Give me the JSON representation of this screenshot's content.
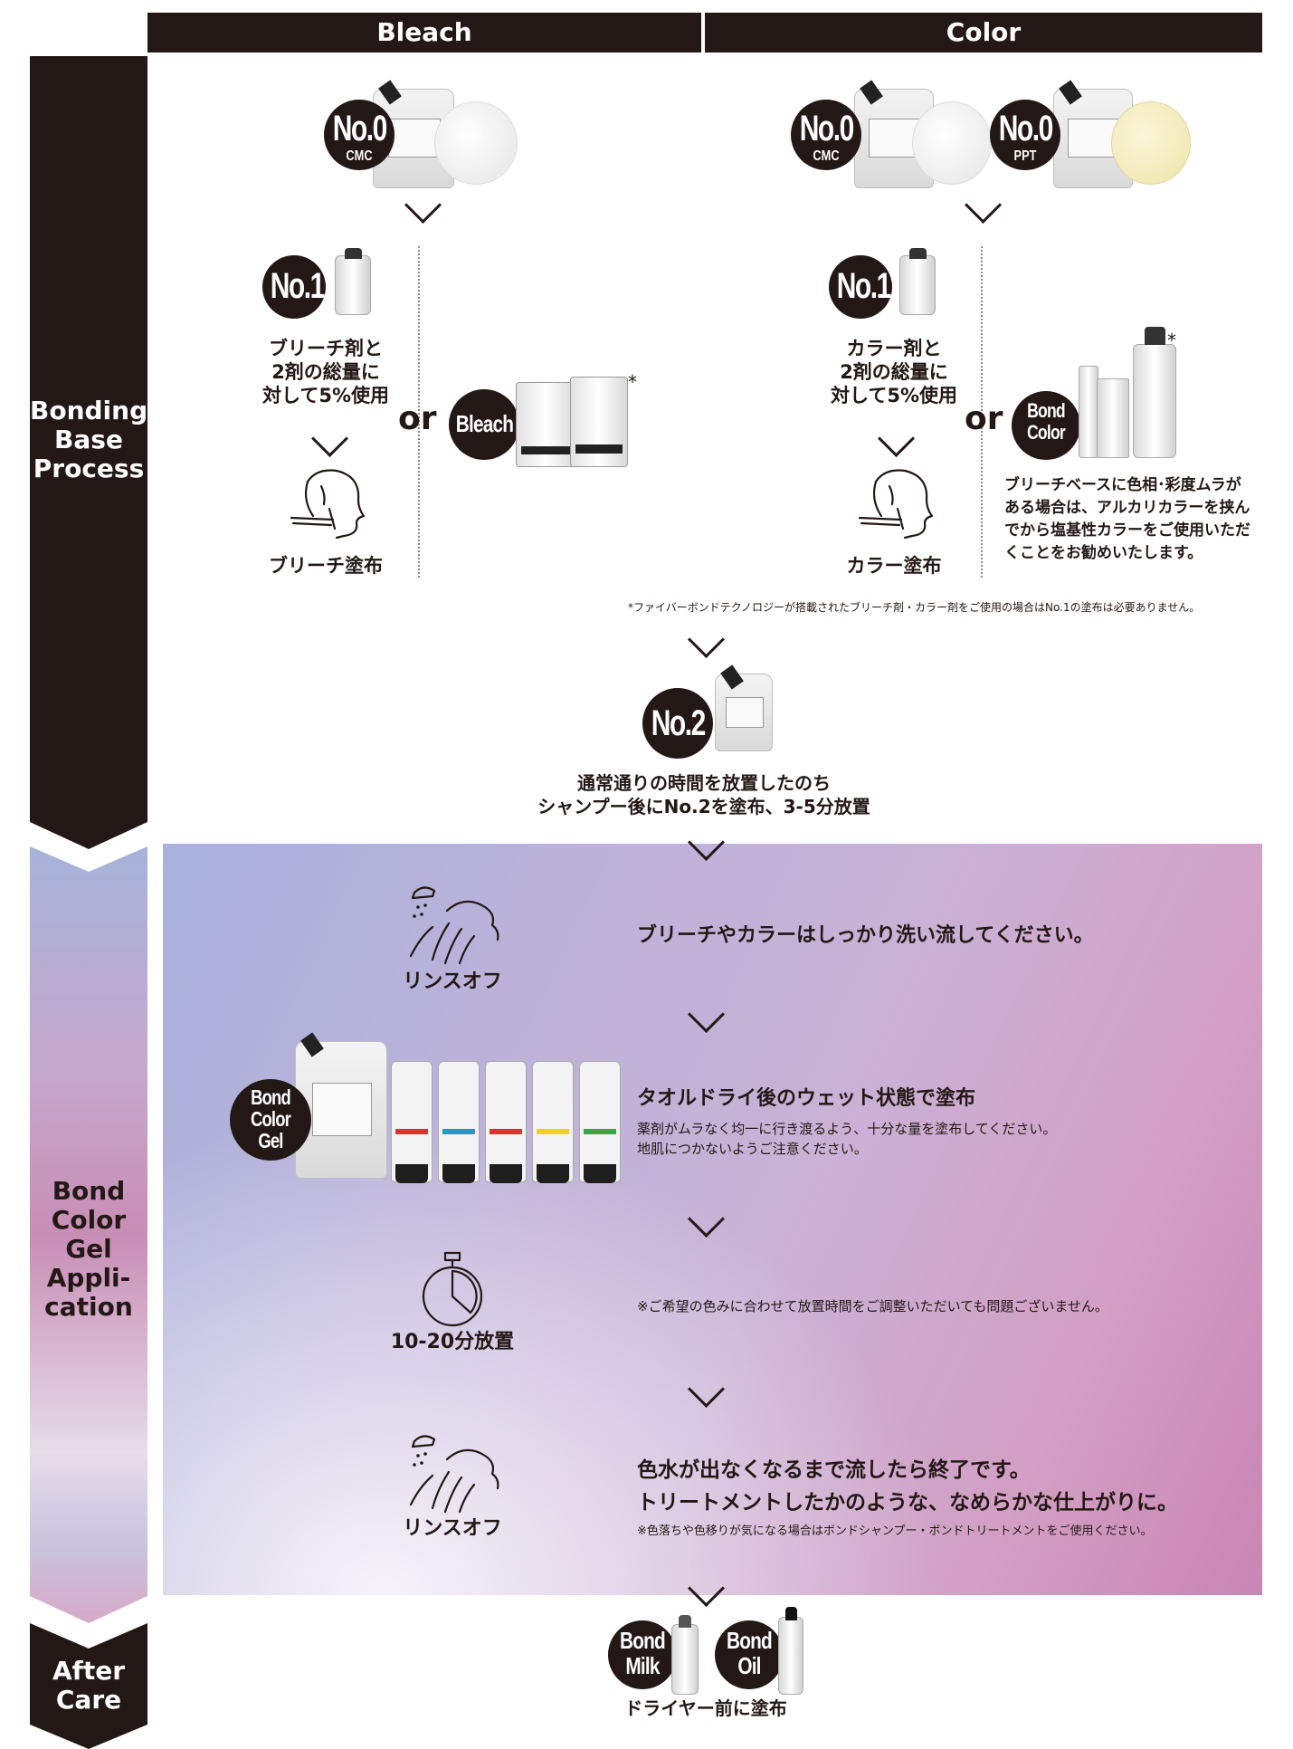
{
  "headers": {
    "bleach": "Bleach",
    "color": "Color"
  },
  "sections": {
    "bonding_base": "Bonding\nBase\nProcess",
    "bond_color_gel": "Bond\nColor Gel\nAppli-\ncation",
    "after_care": "After\nCare"
  },
  "badges": {
    "no0": "No.0",
    "cmc": "CMC",
    "ppt": "PPT",
    "no1": "No.1",
    "no2": "No.2",
    "bleach": "Bleach",
    "bond": "Bond",
    "color": "Color",
    "gel": "Gel",
    "milk": "Milk",
    "oil": "Oil"
  },
  "bleach_col": {
    "no1_text": "ブリーチ剤と\n2剤の総量に\n対して5%使用",
    "apply_text": "ブリーチ塗布",
    "or": "or",
    "asterisk": "*"
  },
  "color_col": {
    "no1_text": "カラー剤と\n2剤の総量に\n対して5%使用",
    "apply_text": "カラー塗布",
    "or": "or",
    "asterisk": "*",
    "bond_color_note": "ブリーチベースに色相･彩度ムラが\nある場合は、アルカリカラーを挟ん\nでから塩基性カラーをご使用いただ\nくことをお勧めいたします。"
  },
  "footnote": "*ファイバーボンドテクノロジーが搭載されたブリーチ剤・カラー剤をご使用の場合はNo.1の塗布は必要ありません。",
  "no2_text": "通常通りの時間を放置したのち\nシャンプー後にNo.2を塗布、3-5分放置",
  "gel_steps": {
    "rinse1_label": "リンスオフ",
    "rinse1_text": "ブリーチやカラーはしっかり洗い流してください。",
    "apply_head": "タオルドライ後のウェット状態で塗布",
    "apply_body": "薬剤がムラなく均一に行き渡るよう、十分な量を塗布してください。\n地肌につかないようご注意ください。",
    "wait_label": "10-20分放置",
    "wait_note": "※ご希望の色みに合わせて放置時間をご調整いただいても問題ございません。",
    "rinse2_label": "リンスオフ",
    "rinse2_head": "色水が出なくなるまで流したら終了です。\nトリートメントしたかのような、なめらかな仕上がりに。",
    "rinse2_note": "※色落ちや色移りが気になる場合はボンドシャンプー・ボンドトリートメントをご使用ください。"
  },
  "after_care_text": "ドライヤー前に塗布",
  "tube_colors": [
    "#e0332f",
    "#1f9bbf",
    "#e0332f",
    "#f0d21c",
    "#3aa648"
  ],
  "colors": {
    "ink": "#231815",
    "gradient_start": "#a8b1dc",
    "gradient_end": "#c985b3"
  }
}
